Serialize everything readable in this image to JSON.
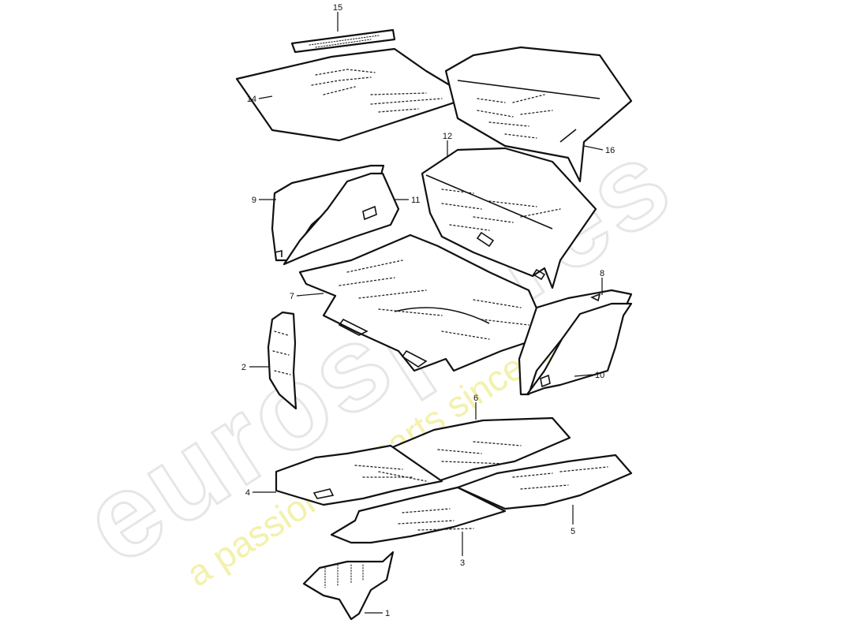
{
  "watermark": {
    "brand": "eurospares",
    "tagline": "a passion for parts since 1985",
    "tagline_color": "#f1ef9d",
    "brand_color": "#e6e6e6"
  },
  "callouts": {
    "c1": "1",
    "c2": "2",
    "c3": "3",
    "c4": "4",
    "c5": "5",
    "c6": "6",
    "c7": "7",
    "c8": "8",
    "c9": "9",
    "c10": "10",
    "c11": "11",
    "c12": "12",
    "c14": "14",
    "c15": "15",
    "c16": "16"
  }
}
